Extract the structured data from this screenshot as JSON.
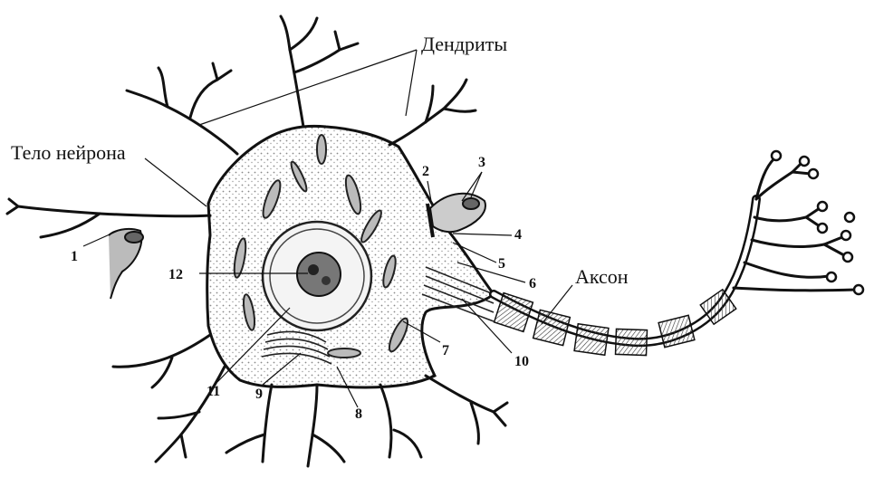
{
  "labels": {
    "dendrites": "Дендриты",
    "soma": "Тело нейрона",
    "axon": "Аксон",
    "n1": "1",
    "n2": "2",
    "n3": "3",
    "n4": "4",
    "n5": "5",
    "n6": "6",
    "n7": "7",
    "n8": "8",
    "n9": "9",
    "n10": "10",
    "n11": "11",
    "n12": "12"
  },
  "colors": {
    "ink": "#111111",
    "stipple": "#8a8a8a",
    "background": "#ffffff"
  }
}
